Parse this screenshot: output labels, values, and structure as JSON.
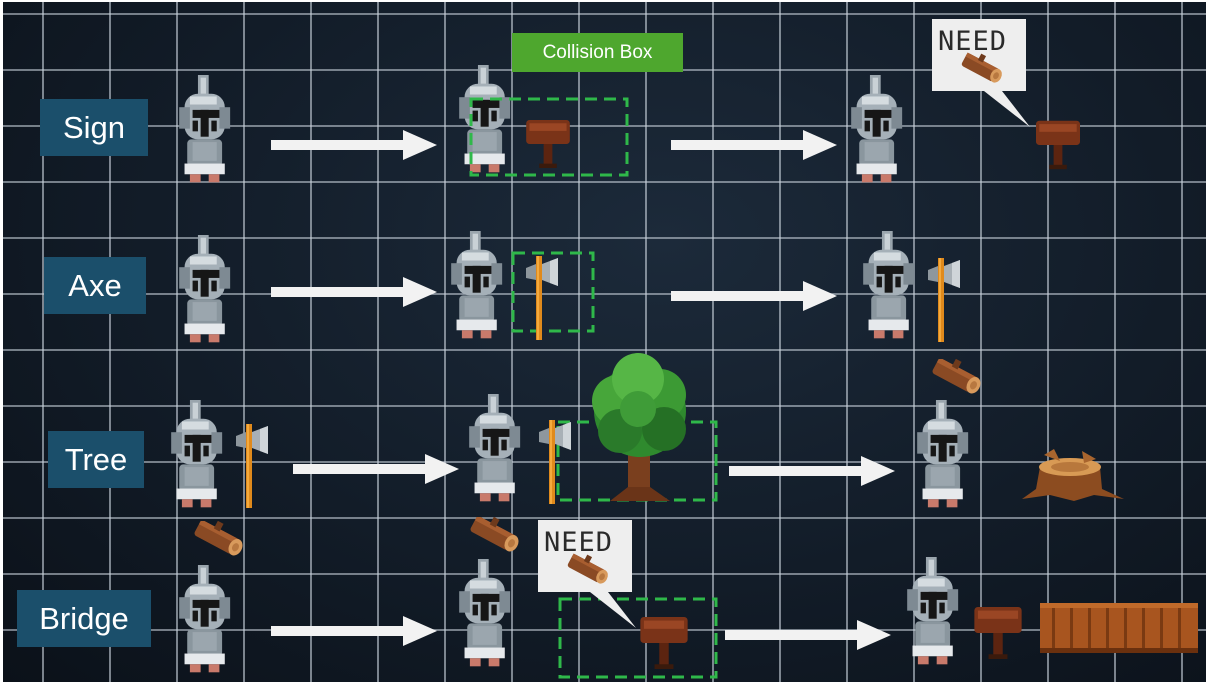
{
  "rows": [
    {
      "label": "Sign"
    },
    {
      "label": "Axe"
    },
    {
      "label": "Tree"
    },
    {
      "label": "Bridge"
    }
  ],
  "annotation": {
    "collision_box_label": "Collision Box"
  },
  "bubbles": {
    "need_text": "NEED"
  },
  "colors": {
    "label_bg": "#1b4f6b",
    "collision_label_bg": "#4ea72e",
    "collision_dash": "#2fb84a",
    "arrow": "#f2f2f2",
    "grid_line": "#c7d0d9",
    "background": "#121c28"
  },
  "icons": [
    "knight-sprite",
    "sign-post-sprite",
    "axe-sprite",
    "tree-sprite",
    "log-sprite",
    "stump-sprite",
    "bridge-planks-sprite",
    "need-speech-bubble",
    "right-arrow"
  ]
}
